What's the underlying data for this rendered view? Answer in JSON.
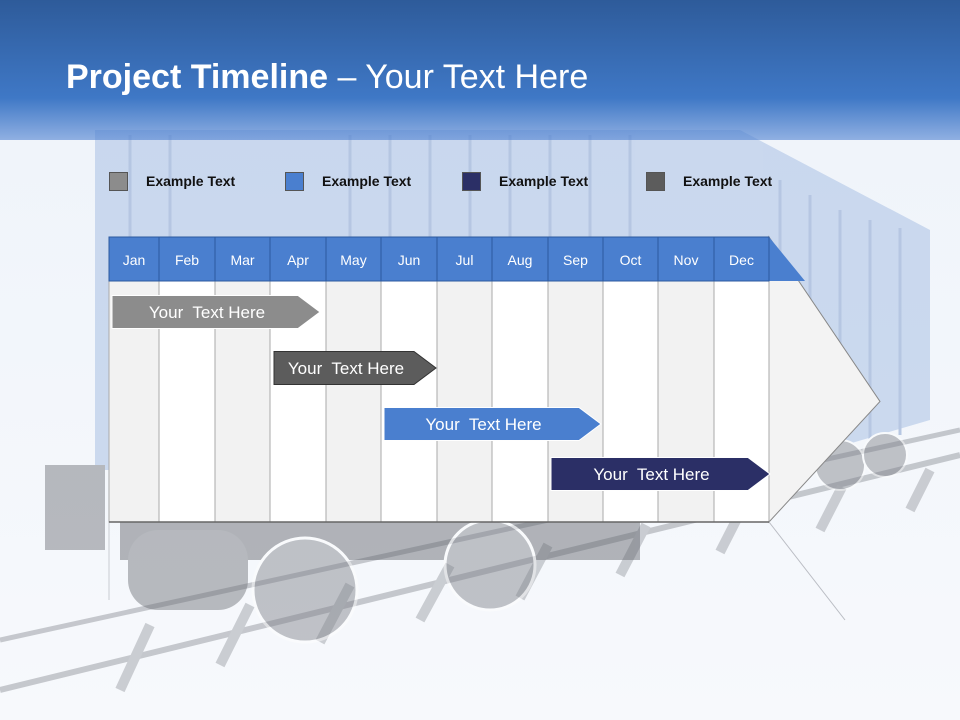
{
  "slide": {
    "title_bold": "Project Timeline",
    "title_rest": " – Your Text Here"
  },
  "legend": [
    {
      "label": "Example Text",
      "color": "#8c8c8c"
    },
    {
      "label": "Example Text",
      "color": "#4a7fcf"
    },
    {
      "label": "Example Text",
      "color": "#2b2f66"
    },
    {
      "label": "Example Text",
      "color": "#5c5c5c"
    }
  ],
  "months": [
    "Jan",
    "Feb",
    "Mar",
    "Apr",
    "May",
    "Jun",
    "Jul",
    "Aug",
    "Sep",
    "Oct",
    "Nov",
    "Dec"
  ],
  "tasks": [
    {
      "label": "Your  Text Here",
      "color": "#8c8c8c",
      "start_month": "Jan",
      "end_month": "Apr"
    },
    {
      "label": "Your  Text Here",
      "color": "#5c5c5c",
      "start_month": "Apr",
      "end_month": "Jun"
    },
    {
      "label": "Your  Text Here",
      "color": "#4a7fcf",
      "start_month": "Jun",
      "end_month": "Sep"
    },
    {
      "label": "Your  Text Here",
      "color": "#2b2f66",
      "start_month": "Sep",
      "end_month": "Dec"
    }
  ],
  "colors": {
    "header_blue": "#3f78c6",
    "month_bar": "#4a7fcf"
  }
}
